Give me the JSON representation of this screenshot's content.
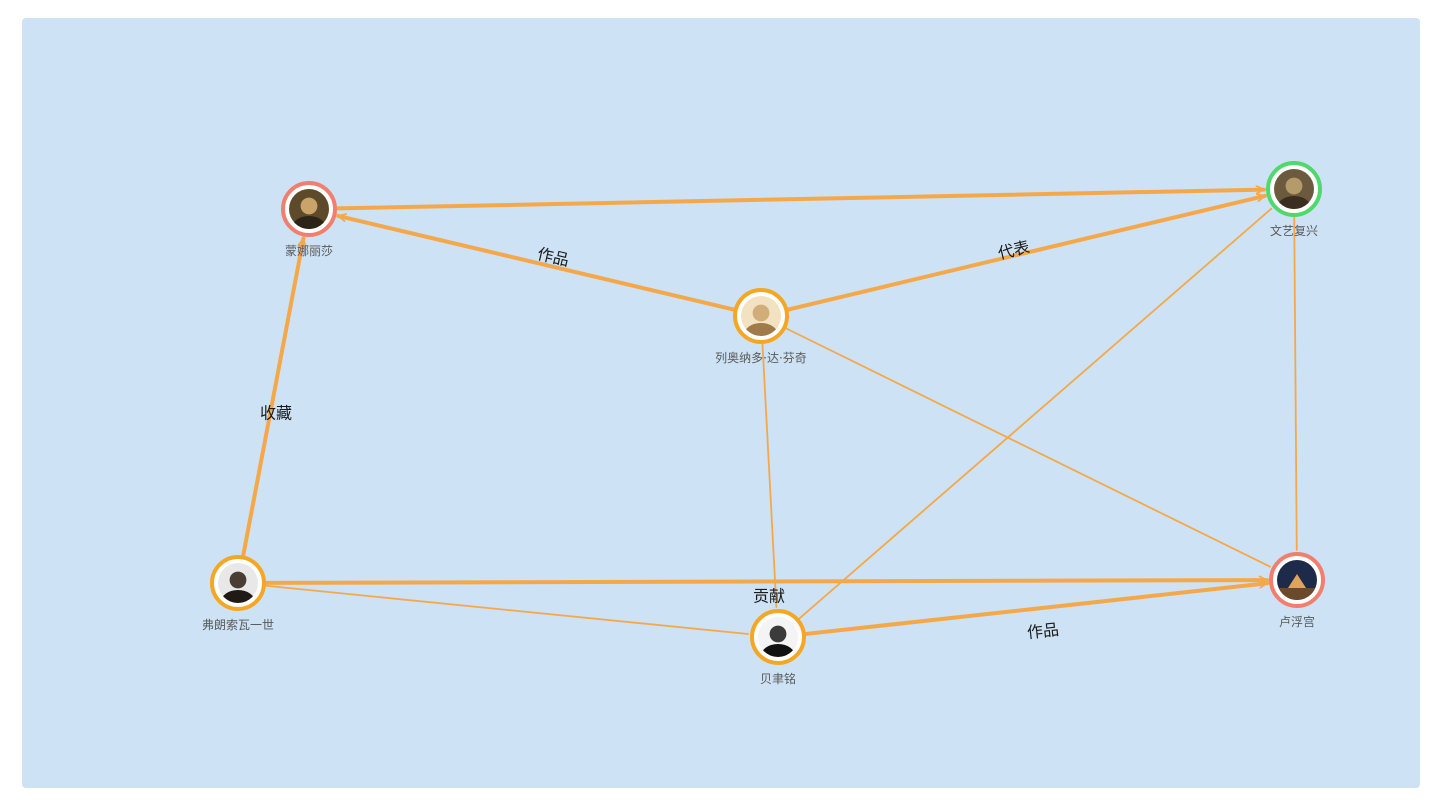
{
  "graph": {
    "nodes": [
      {
        "id": "mona",
        "label": "蒙娜丽莎",
        "ring": "#f27e6e",
        "icon": "portrait-painting-icon"
      },
      {
        "id": "renaissance",
        "label": "文艺复兴",
        "ring": "#4fd86b",
        "icon": "renaissance-painting-icon"
      },
      {
        "id": "leonardo",
        "label": "列奥纳多·达·芬奇",
        "ring": "#f5a623",
        "icon": "sketch-portrait-icon"
      },
      {
        "id": "francis",
        "label": "弗朗索瓦一世",
        "ring": "#f5a623",
        "icon": "king-portrait-icon"
      },
      {
        "id": "pei",
        "label": "贝聿铭",
        "ring": "#f5a623",
        "icon": "architect-portrait-icon"
      },
      {
        "id": "louvre",
        "label": "卢浮宫",
        "ring": "#f27e6e",
        "icon": "louvre-building-icon"
      }
    ],
    "edges": [
      {
        "from": "mona",
        "to": "renaissance",
        "label": "",
        "arrow": true,
        "weight": "thick"
      },
      {
        "from": "leonardo",
        "to": "mona",
        "label": "作品",
        "arrow": true,
        "weight": "thick"
      },
      {
        "from": "leonardo",
        "to": "renaissance",
        "label": "代表",
        "arrow": true,
        "weight": "thick"
      },
      {
        "from": "francis",
        "to": "mona",
        "label": "收藏",
        "arrow": true,
        "weight": "thick"
      },
      {
        "from": "francis",
        "to": "louvre",
        "label": "",
        "arrow": true,
        "weight": "thick"
      },
      {
        "from": "pei",
        "to": "louvre",
        "label": "作品",
        "arrow": true,
        "weight": "thick"
      },
      {
        "from": "leonardo",
        "to": "pei",
        "label": "贡献",
        "arrow": false,
        "weight": "thin"
      },
      {
        "from": "leonardo",
        "to": "louvre",
        "label": "",
        "arrow": false,
        "weight": "thin"
      },
      {
        "from": "pei",
        "to": "renaissance",
        "label": "",
        "arrow": false,
        "weight": "thin"
      },
      {
        "from": "renaissance",
        "to": "louvre",
        "label": "",
        "arrow": false,
        "weight": "thin"
      },
      {
        "from": "francis",
        "to": "pei",
        "label": "",
        "arrow": false,
        "weight": "thin"
      }
    ]
  },
  "colors": {
    "background": "#cde2f4",
    "edge": "#f5a84a"
  }
}
